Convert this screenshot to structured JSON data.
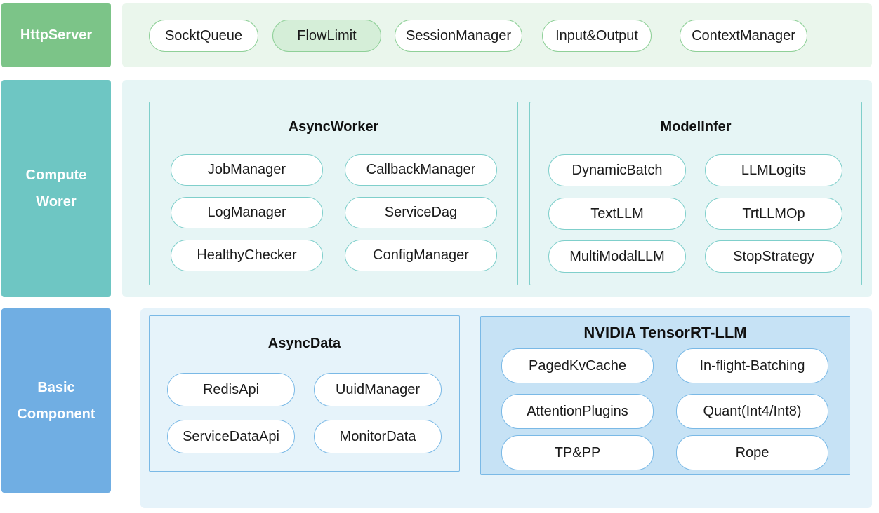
{
  "colors": {
    "http_side": "#7cc488",
    "http_panel": "#eaf6ec",
    "http_pill_border": "#8fd098",
    "http_pill_highlight": "#d5eed8",
    "compute_side": "#6ec6c3",
    "compute_panel": "#e6f5f5",
    "compute_border": "#7fcfcb",
    "basic_side": "#70aee3",
    "basic_panel": "#e6f3fa",
    "basic_border": "#7ab9e6",
    "nvidia_fill": "#c6e2f5"
  },
  "layers": {
    "http": {
      "label": "HttpServer",
      "items": [
        "SocktQueue",
        "FlowLimit",
        "SessionManager",
        "Input&Output",
        "ContextManager"
      ]
    },
    "compute": {
      "label": "Compute\nWorer",
      "async_worker": {
        "title": "AsyncWorker",
        "items": [
          "JobManager",
          "CallbackManager",
          "LogManager",
          "ServiceDag",
          "HealthyChecker",
          "ConfigManager"
        ]
      },
      "model_infer": {
        "title": "ModelInfer",
        "items": [
          "DynamicBatch",
          "LLMLogits",
          "TextLLM",
          "TrtLLMOp",
          "MultiModalLLM",
          "StopStrategy"
        ]
      }
    },
    "basic": {
      "label": "Basic\nComponent",
      "async_data": {
        "title": "AsyncData",
        "items": [
          "RedisApi",
          "UuidManager",
          "ServiceDataApi",
          "MonitorData"
        ]
      },
      "nvidia": {
        "title": "NVIDIA TensorRT-LLM",
        "items": [
          "PagedKvCache",
          "In-flight-Batching",
          "AttentionPlugins",
          "Quant(Int4/Int8)",
          "TP&PP",
          "Rope"
        ]
      }
    }
  }
}
